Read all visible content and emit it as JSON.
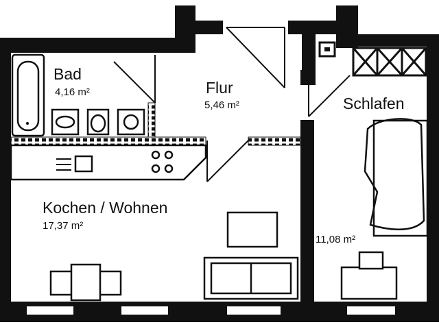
{
  "rooms": {
    "bad": {
      "name": "Bad",
      "area": "4,16 m²"
    },
    "flur": {
      "name": "Flur",
      "area": "5,46 m²"
    },
    "schlafen": {
      "name": "Schlafen",
      "area": "11,08 m²"
    },
    "kochen": {
      "name": "Kochen / Wohnen",
      "area": "17,37 m²"
    }
  },
  "colors": {
    "wall": "#111111",
    "line": "#222222",
    "background": "#ffffff"
  }
}
